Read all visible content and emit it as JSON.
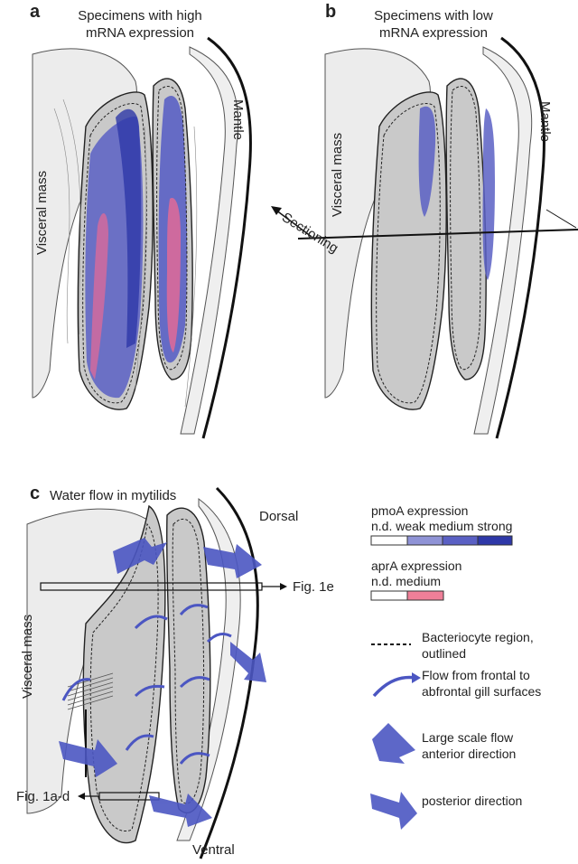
{
  "panel_a": {
    "letter": "a",
    "title_line1": "Specimens with high",
    "title_line2": "mRNA expression",
    "visceral_label": "Visceral mass",
    "mantle_label": "Mantle"
  },
  "panel_b": {
    "letter": "b",
    "title_line1": "Specimens with low",
    "title_line2": "mRNA expression",
    "visceral_label": "Visceral mass",
    "mantle_label": "Mantle",
    "sectioning_label": "Sectioning"
  },
  "panel_c": {
    "letter": "c",
    "title": "Water flow in mytilids",
    "dorsal_label": "Dorsal",
    "ventral_label": "Ventral",
    "visceral_label": "Visceral mass",
    "fig1e_label": "Fig. 1e",
    "fig1ad_label": "Fig. 1a-d"
  },
  "legend": {
    "pmoa_title": "pmoA expression",
    "pmoa_levels": "n.d. weak medium strong",
    "pmoa_colors": [
      "#ffffff",
      "#8f93d6",
      "#5a60c4",
      "#2e38a8"
    ],
    "apra_title": "aprA expression",
    "apra_levels": "n.d. medium",
    "apra_colors": [
      "#ffffff",
      "#ef7f98"
    ],
    "bacteriocyte_line1": "Bacteriocyte region,",
    "bacteriocyte_line2": "outlined",
    "flow_line1": "Flow from frontal to",
    "flow_line2": "abfrontal gill surfaces",
    "large_flow_line1": "Large scale flow",
    "large_flow_line2": "anterior direction",
    "posterior_label": "posterior direction"
  },
  "colors": {
    "tissue_grey": "#c9c9c9",
    "arrow_blue": "#4b56c2",
    "pmoa_strong": "#3d43b0",
    "apra_pink": "#e06a97"
  }
}
